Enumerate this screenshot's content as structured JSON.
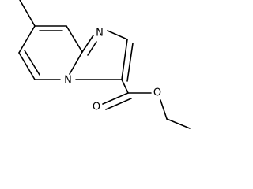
{
  "molecule": {
    "atoms": {
      "n_imidazole": "N",
      "n_bridgehead": "N",
      "o_carbonyl": "O",
      "o_ester": "O"
    },
    "colors": {
      "bond": "#000000",
      "label": "#000000",
      "background": "#ffffff"
    }
  }
}
